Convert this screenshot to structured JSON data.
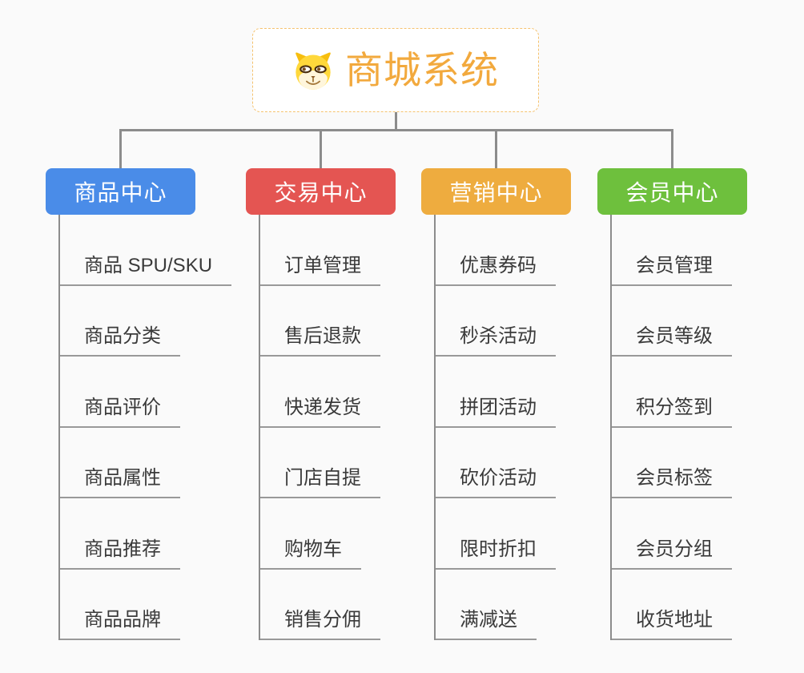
{
  "root": {
    "title": "商城系统",
    "icon": "doge-icon"
  },
  "branches": [
    {
      "label": "商品中心",
      "color": "#4A8CE8",
      "items": [
        "商品 SPU/SKU",
        "商品分类",
        "商品评价",
        "商品属性",
        "商品推荐",
        "商品品牌"
      ]
    },
    {
      "label": "交易中心",
      "color": "#E45552",
      "items": [
        "订单管理",
        "售后退款",
        "快递发货",
        "门店自提",
        "购物车",
        "销售分佣"
      ]
    },
    {
      "label": "营销中心",
      "color": "#EEAC3F",
      "items": [
        "优惠券码",
        "秒杀活动",
        "拼团活动",
        "砍价活动",
        "限时折扣",
        "满减送"
      ]
    },
    {
      "label": "会员中心",
      "color": "#6EC03D",
      "items": [
        "会员管理",
        "会员等级",
        "积分签到",
        "会员标签",
        "会员分组",
        "收货地址"
      ]
    }
  ],
  "colors": {
    "title": "#F2A93D",
    "root_border": "#F5C26E",
    "connector": "#8C8C8C",
    "leaf_underline": "#999999",
    "background": "#FAFAFA"
  }
}
